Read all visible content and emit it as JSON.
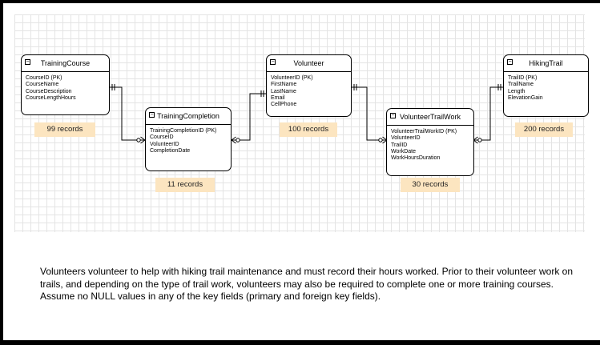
{
  "entities": {
    "training_course": {
      "name": "TrainingCourse",
      "attributes": [
        "CourseID (PK)",
        "CourseName",
        "CourseDescription",
        "CourseLengthHours"
      ],
      "records": "99 records"
    },
    "training_completion": {
      "name": "TrainingCompletion",
      "attributes": [
        "TrainingCompletionID (PK)",
        "CourseID",
        "VolunteerID",
        "CompletionDate"
      ],
      "records": "11 records"
    },
    "volunteer": {
      "name": "Volunteer",
      "attributes": [
        "VolunteerID (PK)",
        "FirstName",
        "LastName",
        "Email",
        "CellPhone"
      ],
      "records": "100 records"
    },
    "volunteer_trail_work": {
      "name": "VolunteerTrailWork",
      "attributes": [
        "VolunteerTrailWorkID (PK)",
        "VolunteerID",
        "TrailID",
        "WorkDate",
        "WorkHoursDuration"
      ],
      "records": "30 records"
    },
    "hiking_trail": {
      "name": "HikingTrail",
      "attributes": [
        "TrailID (PK)",
        "TrailName",
        "Length",
        "ElevationGain"
      ],
      "records": "200 records"
    }
  },
  "description": "Volunteers volunteer to help with hiking trail maintenance and must record their hours worked. Prior to their volunteer work on trails, and depending on the type of trail work, volunteers may also be required to complete one or more training courses.  Assume no NULL values in any of the key fields (primary and foreign key fields).",
  "colors": {
    "record_badge": "#fce5c0",
    "grid": "#e4e4e4",
    "border": "#000000"
  }
}
